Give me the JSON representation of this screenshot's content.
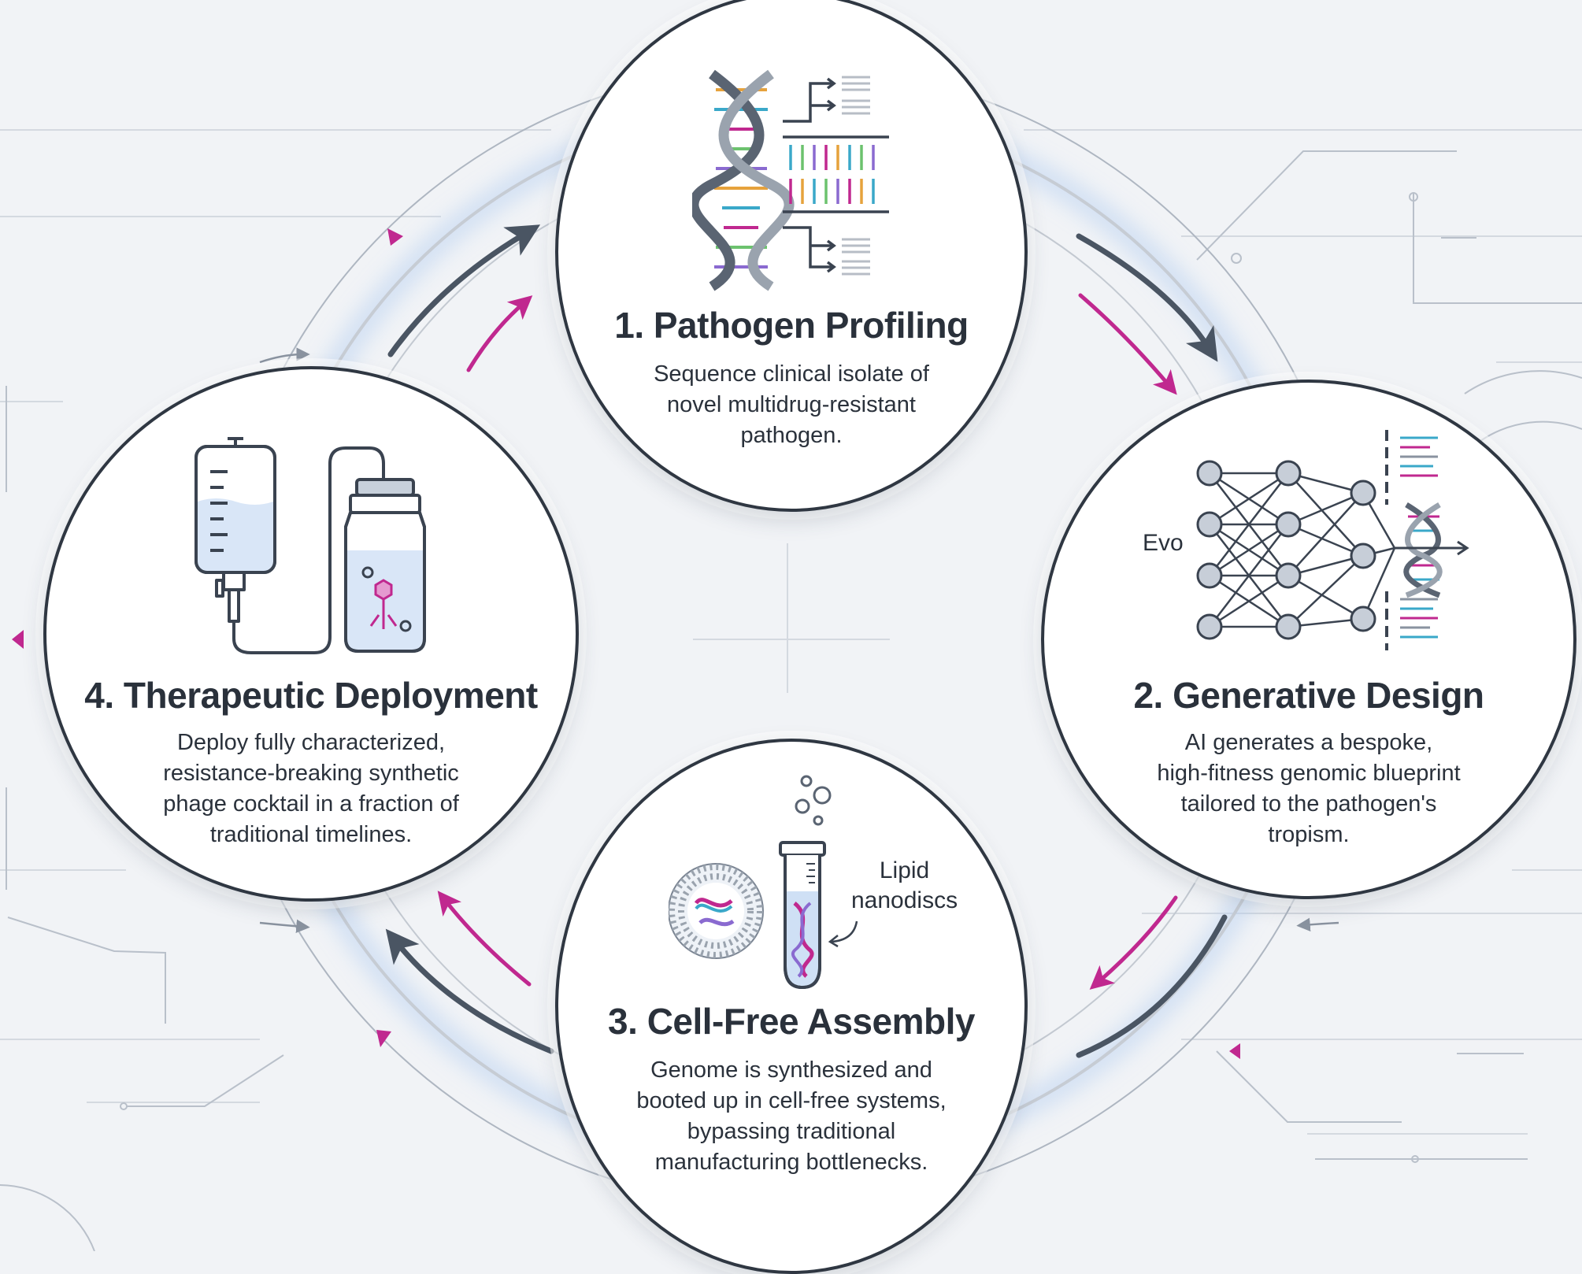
{
  "steps": [
    {
      "title": "1. Pathogen Profiling",
      "description": [
        "Sequence clinical isolate of",
        "novel multidrug-resistant",
        "pathogen."
      ],
      "icon": "dna-sequencing-icon"
    },
    {
      "title": "2. Generative Design",
      "description": [
        "AI generates a bespoke,",
        "high-fitness genomic blueprint",
        "tailored to the pathogen's",
        "tropism."
      ],
      "icon": "neural-network-dna-icon",
      "icon_label": "Evo"
    },
    {
      "title": "3. Cell-Free Assembly",
      "description": [
        "Genome is synthesized and",
        "booted up in cell-free systems,",
        "bypassing traditional",
        "manufacturing bottlenecks."
      ],
      "icon": "nanodisc-test-tube-icon",
      "icon_label": [
        "Lipid",
        "nanodiscs"
      ]
    },
    {
      "title": "4. Therapeutic Deployment",
      "description": [
        "Deploy fully characterized,",
        "resistance-breaking synthetic",
        "phage cocktail in a fraction of",
        "traditional timelines."
      ],
      "icon": "iv-bag-phage-vial-icon"
    }
  ],
  "colors": {
    "outline": "#2f3742",
    "arrow_dark": "#4a5563",
    "arrow_accent": "#c0288f",
    "glow": "#bcd3f2",
    "background": "#f1f3f6"
  }
}
